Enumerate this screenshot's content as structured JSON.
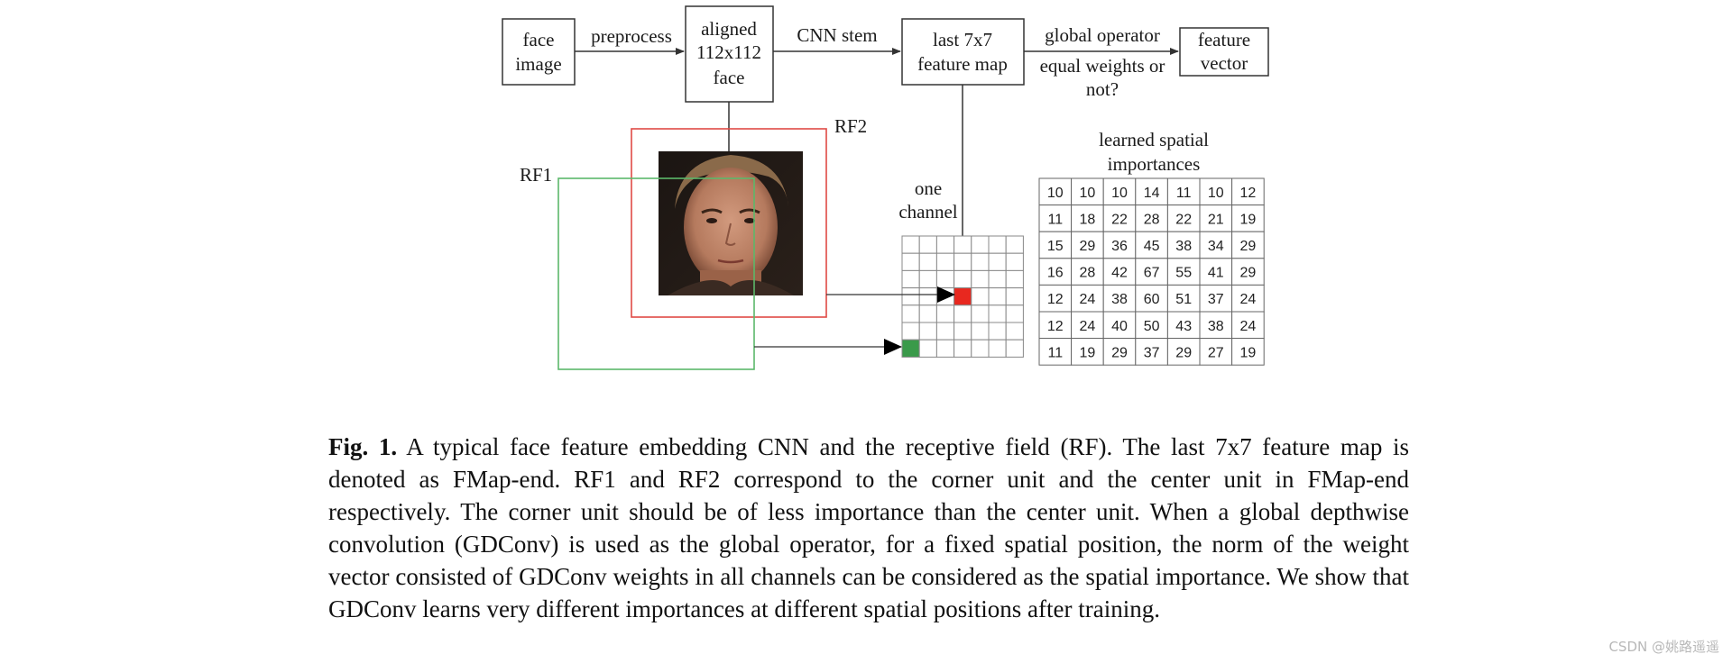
{
  "diagram": {
    "boxes": {
      "face_image": [
        "face",
        "image"
      ],
      "aligned_face": [
        "aligned",
        "112x112",
        "face"
      ],
      "feature_map": [
        "last 7x7",
        "feature map"
      ],
      "feature_vector": [
        "feature",
        "vector"
      ]
    },
    "arrow_labels": {
      "preprocess": "preprocess",
      "cnn_stem": "CNN stem",
      "global_operator": [
        "global operator",
        "equal weights or",
        "not?"
      ]
    },
    "receptive_fields": {
      "rf1": "RF1",
      "rf2": "RF2"
    },
    "one_channel_label": [
      "one",
      "channel"
    ],
    "importance_title": [
      "learned spatial",
      "importances"
    ],
    "importance_grid": [
      [
        10,
        10,
        10,
        14,
        11,
        10,
        12
      ],
      [
        11,
        18,
        22,
        28,
        22,
        21,
        19
      ],
      [
        15,
        29,
        36,
        45,
        38,
        34,
        29
      ],
      [
        16,
        28,
        42,
        67,
        55,
        41,
        29
      ],
      [
        12,
        24,
        38,
        60,
        51,
        37,
        24
      ],
      [
        12,
        24,
        40,
        50,
        43,
        38,
        24
      ],
      [
        11,
        19,
        29,
        37,
        29,
        27,
        19
      ]
    ],
    "colors": {
      "rf1": "#5cb86a",
      "rf2": "#e04a45",
      "corner_unit": "#3a9a4a",
      "center_unit": "#e8281f"
    }
  },
  "caption": {
    "label": "Fig. 1.",
    "text": " A typical face feature embedding CNN and the receptive field (RF). The last 7x7 feature map is denoted as FMap-end. RF1 and RF2 correspond to the corner unit and the center unit in FMap-end respectively. The corner unit should be of less importance than the center unit. When a global depthwise convolution (GDConv) is used as the global operator, for a fixed spatial position, the norm of the weight vector consisted of GDConv weights in all channels can be considered as the spatial importance. We show that GDConv learns very different importances at different spatial positions after training."
  },
  "watermark": "CSDN @姚路遥遥"
}
